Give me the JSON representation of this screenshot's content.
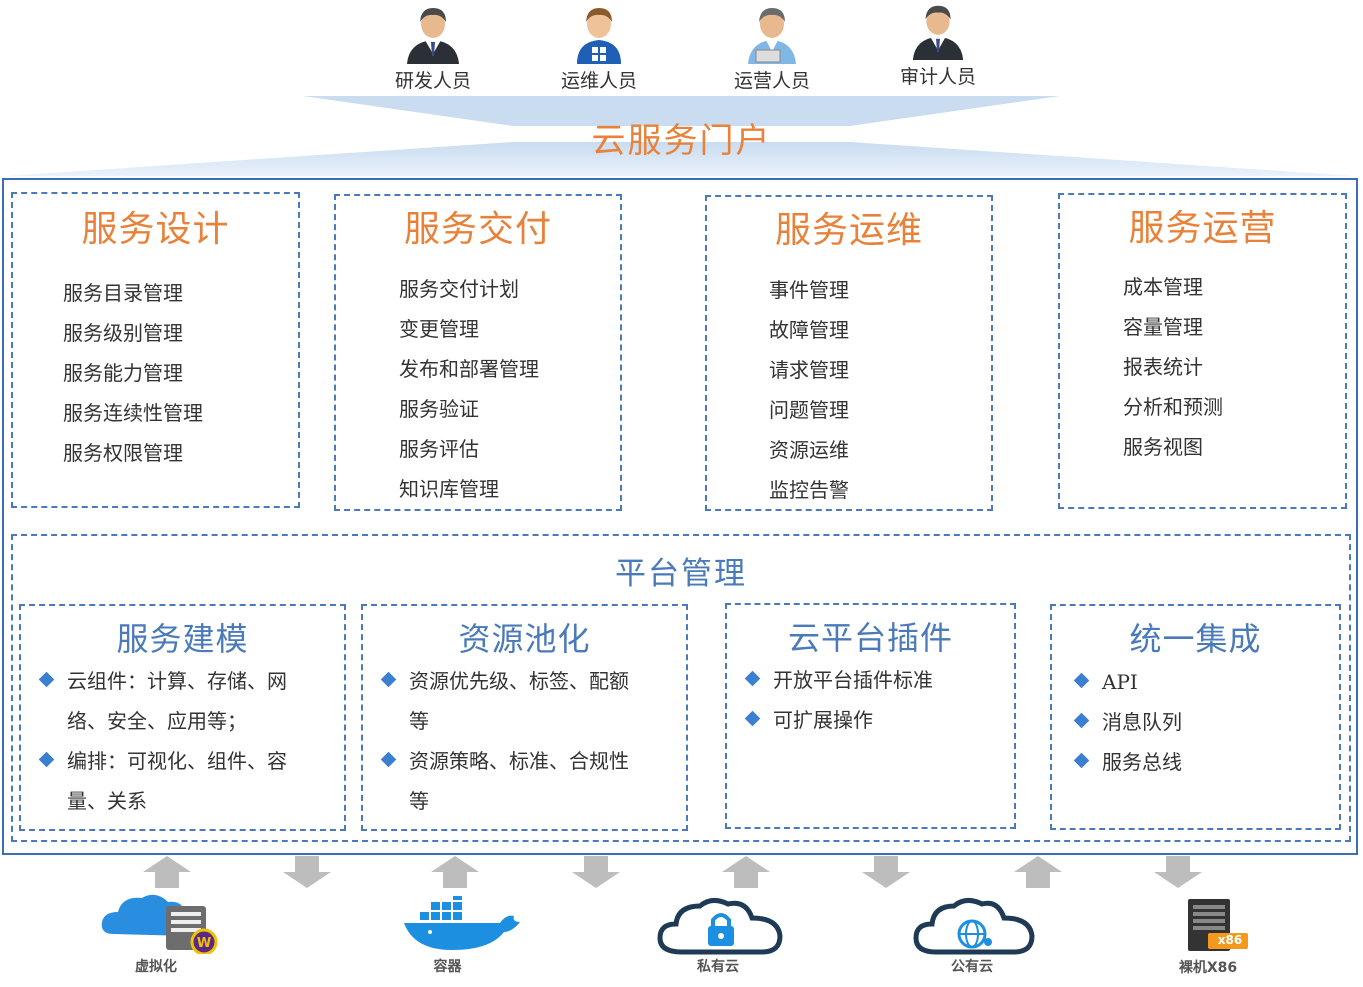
{
  "users": [
    {
      "label": "研发人员",
      "icon": "business-man-icon"
    },
    {
      "label": "运维人员",
      "icon": "windows-admin-icon"
    },
    {
      "label": "运营人员",
      "icon": "operator-man-icon"
    },
    {
      "label": "审计人员",
      "icon": "business-man-icon"
    }
  ],
  "portal": {
    "title": "云服务门户"
  },
  "service_boxes": [
    {
      "title": "服务设计",
      "items": [
        "服务目录管理",
        "服务级别管理",
        "服务能力管理",
        "服务连续性管理",
        "服务权限管理"
      ]
    },
    {
      "title": "服务交付",
      "items": [
        "服务交付计划",
        "变更管理",
        "发布和部署管理",
        "服务验证",
        "服务评估",
        "知识库管理"
      ]
    },
    {
      "title": "服务运维",
      "items": [
        "事件管理",
        "故障管理",
        "请求管理",
        "问题管理",
        "资源运维",
        "监控告警"
      ]
    },
    {
      "title": "服务运营",
      "items": [
        "成本管理",
        "容量管理",
        "报表统计",
        "分析和预测",
        "服务视图"
      ]
    }
  ],
  "platform": {
    "title": "平台管理",
    "modules": [
      {
        "title": "服务建模",
        "bullets": [
          [
            "云组件：计算、存储、网",
            "络、安全、应用等；"
          ],
          [
            "编排：可视化、组件、容",
            "量、关系"
          ]
        ]
      },
      {
        "title": "资源池化",
        "bullets": [
          [
            "资源优先级、标签、配额",
            "等"
          ],
          [
            "资源策略、标准、合规性",
            "等"
          ]
        ]
      },
      {
        "title": "云平台插件",
        "bullets": [
          [
            "开放平台插件标准"
          ],
          [
            "可扩展操作"
          ]
        ]
      },
      {
        "title": "统一集成",
        "bullets": [
          [
            "API"
          ],
          [
            "消息队列"
          ],
          [
            "服务总线"
          ]
        ]
      }
    ]
  },
  "infrastructure": [
    {
      "label": "虚拟化",
      "icon": "virtualization-cloud-icon"
    },
    {
      "label": "容器",
      "icon": "docker-whale-icon"
    },
    {
      "label": "私有云",
      "icon": "private-cloud-lock-icon"
    },
    {
      "label": "公有云",
      "icon": "public-cloud-globe-icon"
    },
    {
      "label": "裸机X86",
      "icon": "bare-metal-server-icon",
      "badge": "x86"
    }
  ],
  "colors": {
    "accent_orange": "#e8823a",
    "frame_blue": "#3a6fb7",
    "module_blue": "#4a7ab9",
    "arrow_gray": "#bdbdbd"
  }
}
